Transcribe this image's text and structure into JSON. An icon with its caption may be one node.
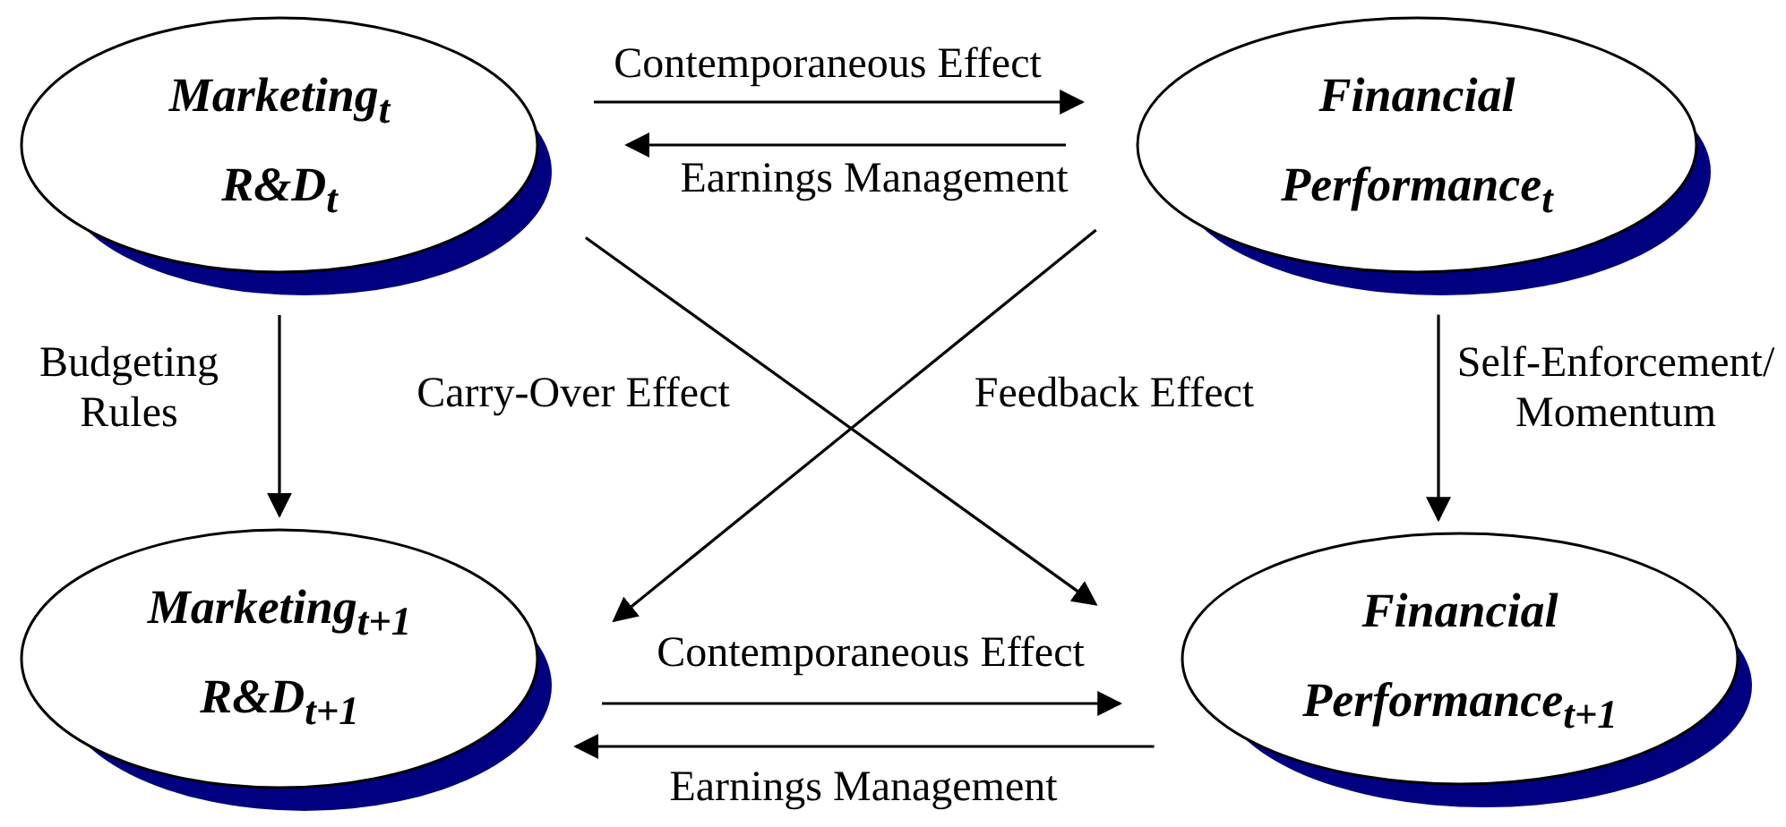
{
  "diagram": {
    "nodes": [
      {
        "text": [
          "Marketing$_{t}$",
          "R&D$_{t}$"
        ]
      },
      {
        "text": [
          "Financial Performance$_{t}$"
        ]
      },
      {
        "text": [
          "Marketing$_{t+1}$",
          "R&D$_{t+1}$"
        ]
      },
      {
        "text": [
          "Financial Performance$_{t+1}$"
        ]
      }
    ],
    "edges": [
      {
        "from": 0,
        "to": 1,
        "arrow": "to",
        "label": "Contemporaneous Effect"
      },
      {
        "from": 1,
        "to": 0,
        "arrow": "to",
        "label": "Earnings Management"
      },
      {
        "from": 0,
        "to": 2,
        "arrow": "to",
        "label": "Budgeting Rules"
      },
      {
        "from": 1,
        "to": 3,
        "arrow": "to",
        "label": "Self-Enforcement/ Momentum"
      },
      {
        "from": 0,
        "to": 3,
        "arrow": "to",
        "label": "Carry-Over Effect"
      },
      {
        "from": 1,
        "to": 2,
        "arrow": "to",
        "label": "Feedback Effect"
      },
      {
        "from": 2,
        "to": 3,
        "arrow": "to",
        "label": "Contemporaneous Effect"
      },
      {
        "from": 3,
        "to": 2,
        "arrow": "to",
        "label": "Earnings Management"
      }
    ]
  }
}
